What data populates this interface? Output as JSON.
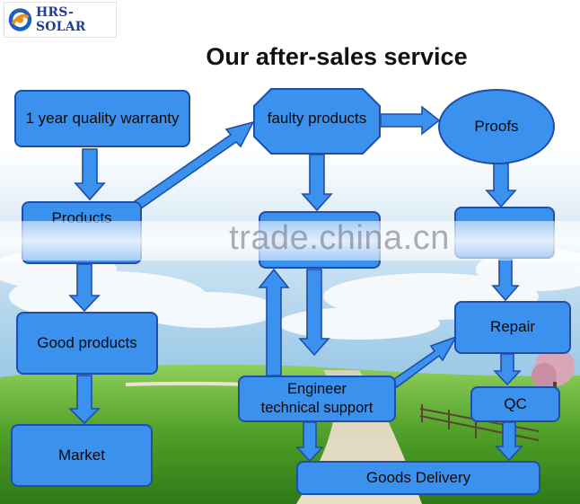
{
  "logo": {
    "text": "HRS-SOLAR"
  },
  "title": "Our after-sales service",
  "nodes": {
    "warranty": "1 year quality warranty",
    "products": "Products",
    "good_products": "Good products",
    "market": "Market",
    "faulty_products": "faulty products",
    "engineer": "Engineer\ntechnical support",
    "proofs": "Proofs",
    "repair": "Repair",
    "qc": "QC",
    "goods_delivery": "Goods Delivery"
  },
  "watermark": "trade.china.cn",
  "colors": {
    "box_fill": "#3b91ee",
    "box_border": "#1f4fa8",
    "arrow_fill": "#3b91ee"
  }
}
